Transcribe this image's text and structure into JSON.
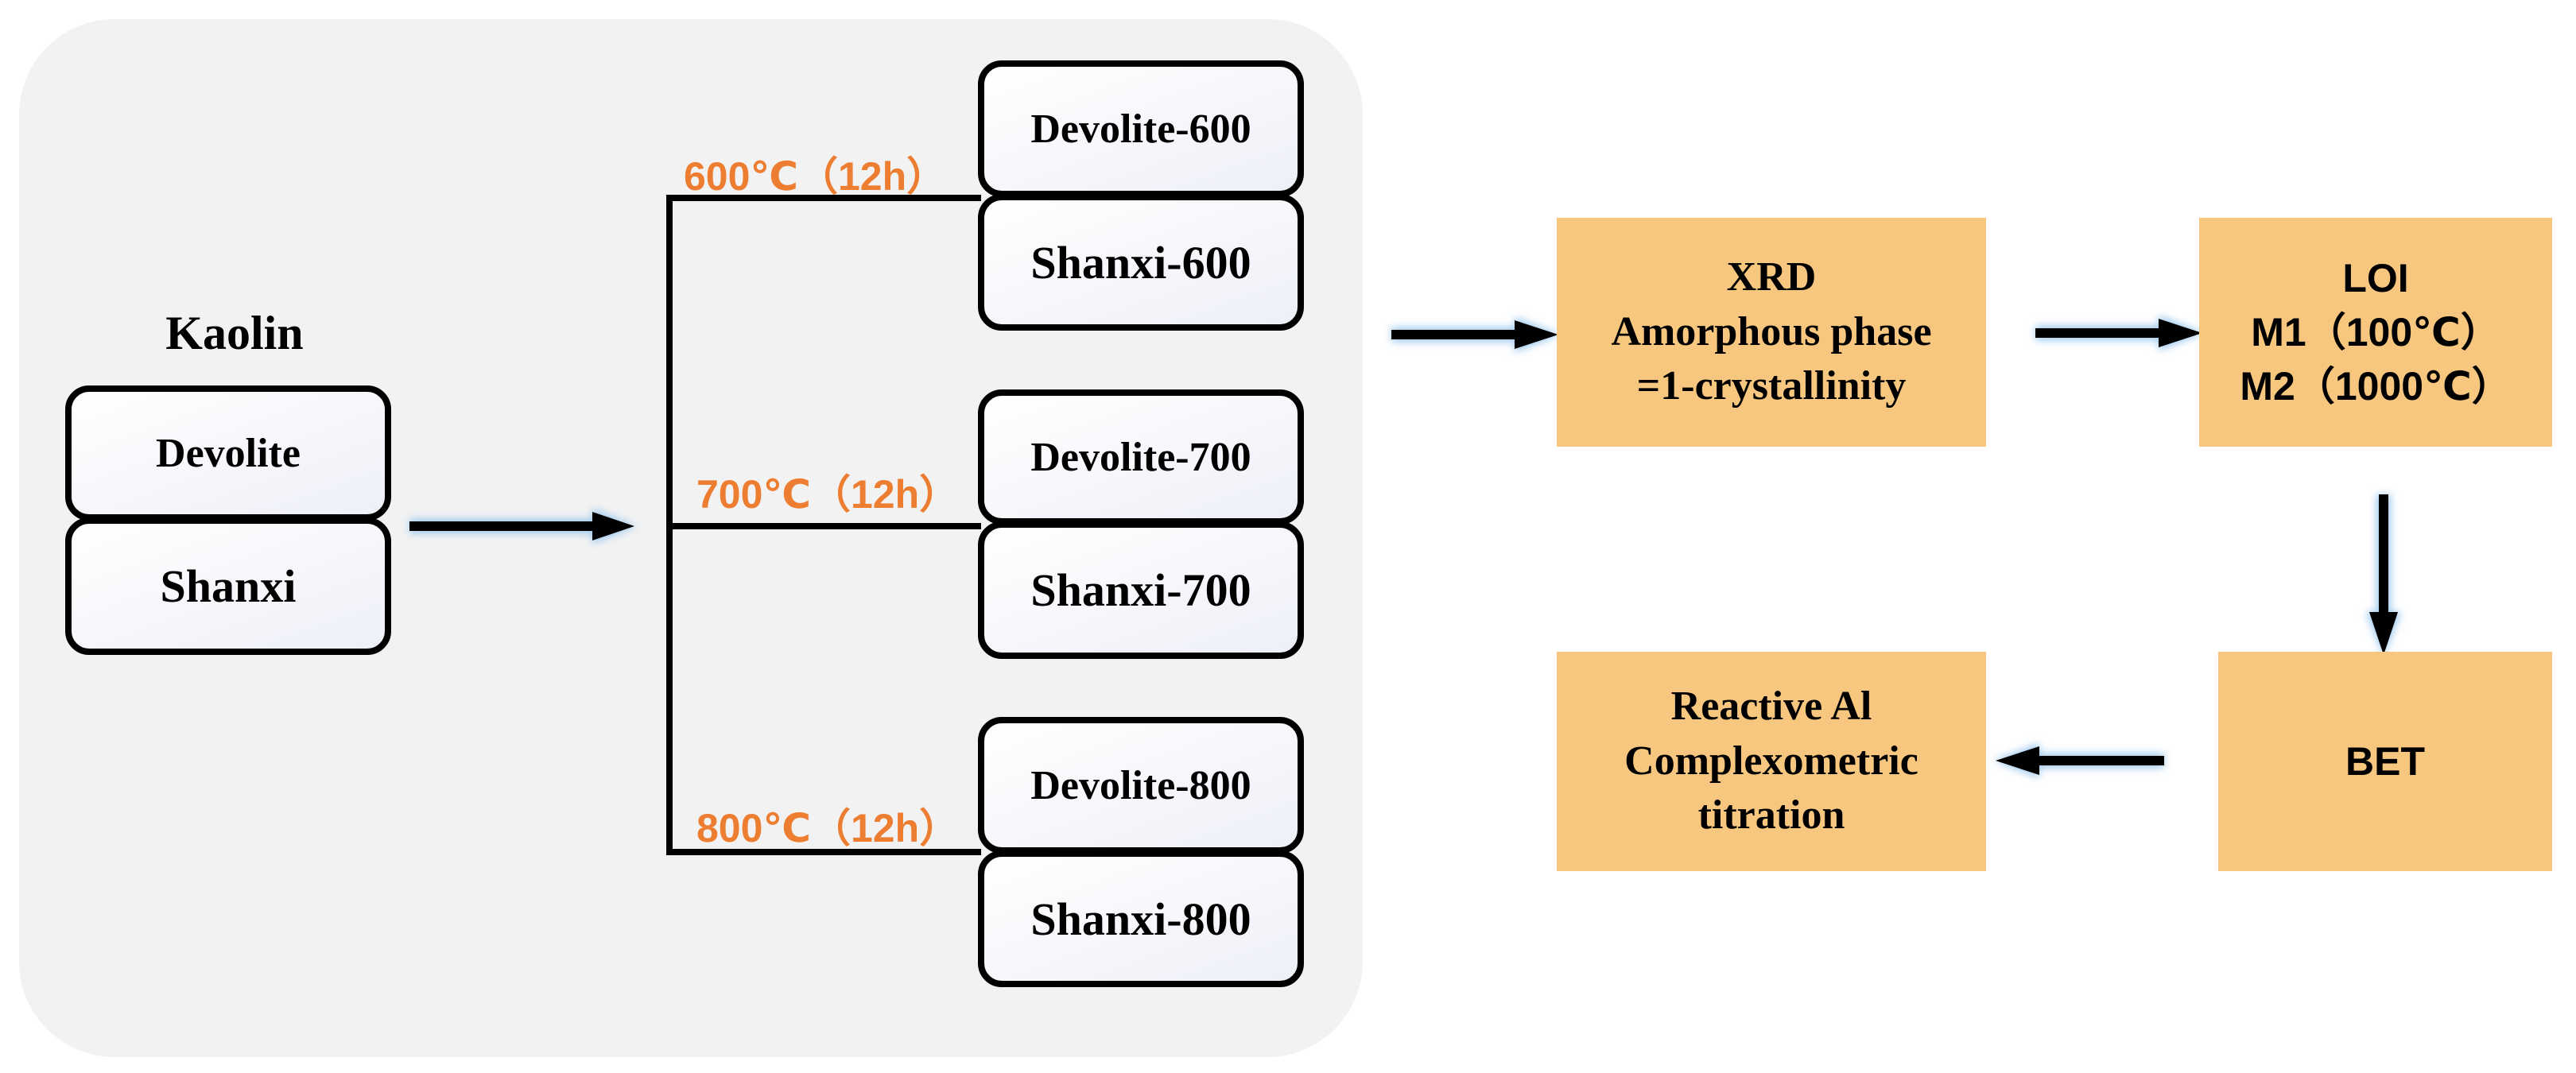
{
  "kaolin": {
    "title": "Kaolin",
    "sources": [
      "Devolite",
      "Shanxi"
    ]
  },
  "calcination": {
    "branches": [
      {
        "condition": "600℃（12h）",
        "products": [
          "Devolite-600",
          "Shanxi-600"
        ]
      },
      {
        "condition": "700℃（12h）",
        "products": [
          "Devolite-700",
          "Shanxi-700"
        ]
      },
      {
        "condition": "800℃（12h）",
        "products": [
          "Devolite-800",
          "Shanxi-800"
        ]
      }
    ]
  },
  "analysis": {
    "xrd": [
      "XRD",
      "Amorphous phase",
      "=1-crystallinity"
    ],
    "loi": [
      "LOI",
      "M1（100℃）",
      "M2（1000℃）"
    ],
    "bet": [
      "BET"
    ],
    "reactive_al": [
      "Reactive Al",
      "Complexometric",
      "titration"
    ]
  },
  "colors": {
    "panel": "#f2f2f2",
    "step_fill": "#f8c77f",
    "temperature_text": "#ed7d31",
    "line": "#000000"
  }
}
